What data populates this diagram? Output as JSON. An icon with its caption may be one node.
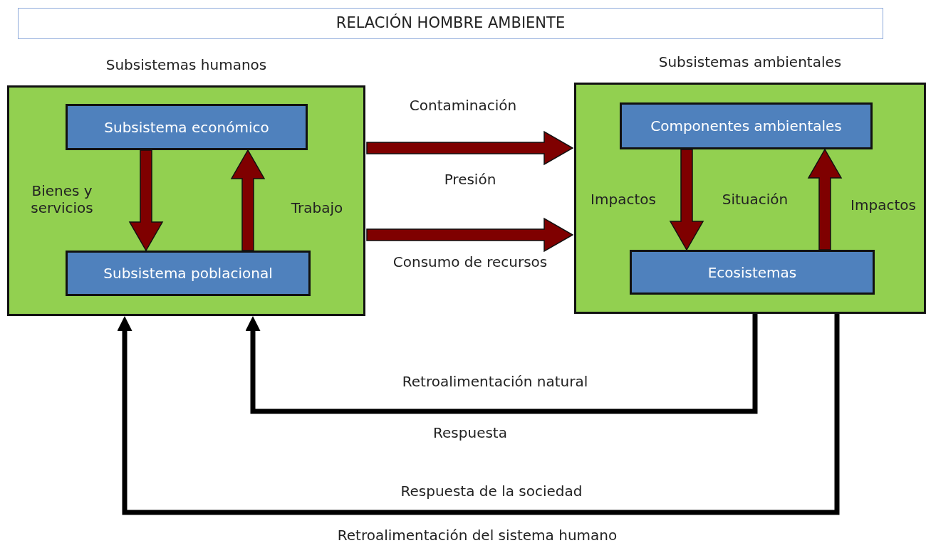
{
  "diagram": {
    "title": "RELACIÓN HOMBRE AMBIENTE",
    "nodes": [
      {
        "text": [
          "Subsistemas humanos"
        ]
      },
      {
        "text": [
          "Subsistema económico"
        ],
        "in": 0
      },
      {
        "text": [
          "Subsistema poblacional"
        ],
        "in": 0
      },
      {
        "text": [
          "Subsistemas ambientales"
        ]
      },
      {
        "text": [
          "Componentes ambientales"
        ],
        "in": 3
      },
      {
        "text": [
          "Ecosistemas"
        ],
        "in": 3
      }
    ],
    "edges": [
      {
        "from": 1,
        "to": 2,
        "arrow": "to",
        "label": "Bienes y servicios"
      },
      {
        "from": 2,
        "to": 1,
        "arrow": "to",
        "label": "Trabajo"
      },
      {
        "from": 0,
        "to": 3,
        "arrow": "to",
        "label": "Contaminación"
      },
      {
        "from": 0,
        "to": 3,
        "arrow": "to",
        "label": "Consumo de recursos"
      },
      {
        "from": 4,
        "to": 5,
        "arrow": "to",
        "label": "Impactos"
      },
      {
        "from": 5,
        "to": 4,
        "arrow": "to",
        "label": "Impactos"
      },
      {
        "from": 3,
        "to": 0,
        "arrow": "to",
        "label": "Retroalimentación natural",
        "color": "#000000"
      },
      {
        "from": 3,
        "to": 0,
        "arrow": "to",
        "label": "Respuesta de la sociedad",
        "color": "#000000"
      }
    ],
    "labels": [
      "Presión",
      "Situación",
      "Respuesta",
      "Retroalimentación del sistema humano"
    ]
  }
}
